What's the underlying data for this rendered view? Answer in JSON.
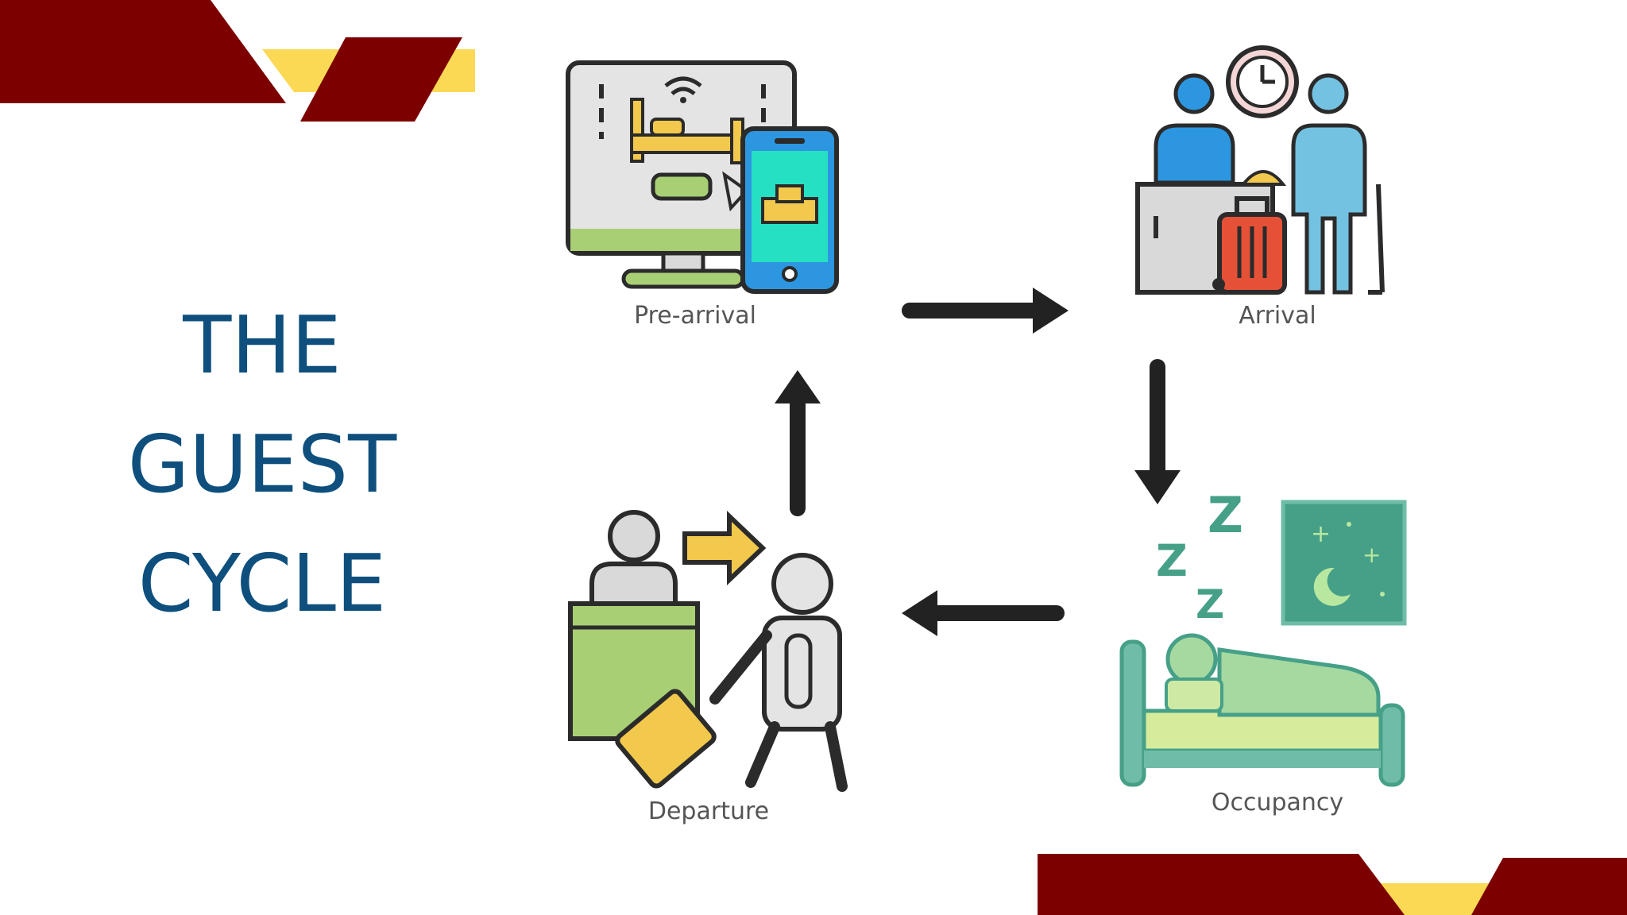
{
  "title": {
    "line1": "THE",
    "line2": "GUEST",
    "line3": "CYCLE"
  },
  "stages": {
    "pre_arrival": "Pre-arrival",
    "arrival": "Arrival",
    "occupancy": "Occupancy",
    "departure": "Departure"
  },
  "colors": {
    "title": "#0e4f7d",
    "accent_maroon": "#7d0000",
    "accent_yellow": "#fcd955",
    "arrow": "#222222"
  },
  "icons": {
    "pre_arrival": "computer-phone-booking-icon",
    "arrival": "reception-checkin-icon",
    "occupancy": "sleeping-guest-icon",
    "departure": "checkout-luggage-icon"
  }
}
